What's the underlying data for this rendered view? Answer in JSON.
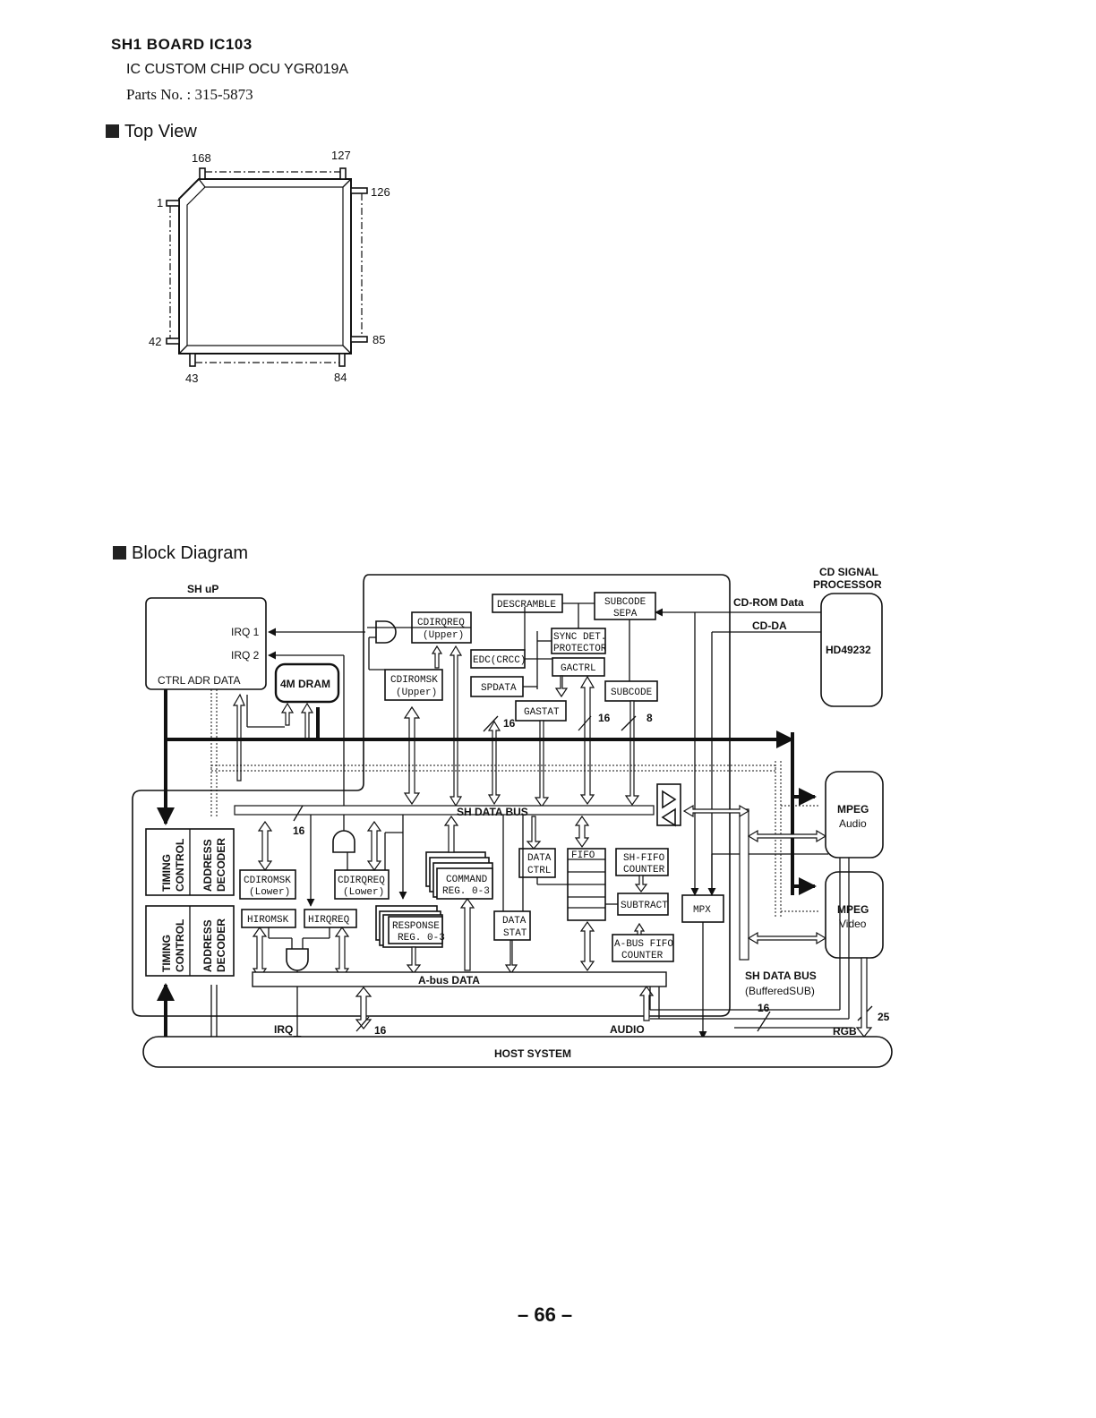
{
  "header": {
    "board": "SH1 BOARD IC103",
    "chip": "IC CUSTOM CHIP OCU YGR019A",
    "parts_no": "Parts No. : 315-5873"
  },
  "top_view": {
    "title": "Top View",
    "pins": [
      "168",
      "127",
      "126",
      "1",
      "42",
      "85",
      "43",
      "84"
    ]
  },
  "block_diagram": {
    "title": "Block Diagram",
    "sh_up": "SH uP",
    "irq1": "IRQ 1",
    "irq2": "IRQ 2",
    "ctrl_adr_data": "CTRL   ADR DATA",
    "dram": "4M DRAM",
    "cdirompreq_upper": [
      "CDIRQREQ",
      "(Upper)"
    ],
    "cdiromsk_upper": [
      "CDIROMSK",
      "(Upper)"
    ],
    "descramble": "DESCRAMBLE",
    "subcode_sepa": [
      "SUBCODE",
      "SEPA"
    ],
    "sync_det": [
      "SYNC DET.",
      "PROTECTOR"
    ],
    "edc": "EDC(CRCC)",
    "gactrl": "GACTRL",
    "spdata": "SPDATA",
    "subcode": "SUBCODE",
    "gastat": "GASTAT",
    "cd_signal": [
      "CD SIGNAL",
      "PROCESSOR"
    ],
    "cdrom_data": "CD-ROM Data",
    "cd_da": "CD-DA",
    "hd": "HD49232",
    "w16a": "16",
    "w16b": "16",
    "w8": "8",
    "w16c": "16",
    "sh_data_bus": "SH DATA BUS",
    "timing_control": [
      "TIMING",
      "CONTROL"
    ],
    "address_decoder": [
      "ADDRESS",
      "DECODER"
    ],
    "cdiromsk_lower": [
      "CDIROMSK",
      "(Lower)"
    ],
    "cdirqreq_lower": [
      "CDIRQREQ",
      "(Lower)"
    ],
    "hiromsk": "HIROMSK",
    "hirqreq": "HIRQREQ",
    "command_reg": [
      "COMMAND",
      "REG. 0-3"
    ],
    "response_reg": [
      "RESPONSE",
      "REG. 0-3"
    ],
    "data_ctrl": [
      "DATA",
      "CTRL"
    ],
    "data_stat": [
      "DATA",
      "STAT"
    ],
    "fifo": "FIFO",
    "sh_fifo_counter": [
      "SH-FIFO",
      "COUNTER"
    ],
    "subtract": "SUBTRACT",
    "abus_fifo_counter": [
      "A-BUS FIFO",
      "COUNTER"
    ],
    "mpx": "MPX",
    "mpeg_audio": [
      "MPEG",
      "Audio"
    ],
    "mpeg_video": [
      "MPEG",
      "Video"
    ],
    "sh_data_bus_buffered": [
      "SH DATA BUS",
      "(BufferedSUB)"
    ],
    "w16d": "16",
    "w25": "25",
    "abus_data": "A-bus DATA",
    "irq": "IRQ",
    "w16e": "16",
    "audio": "AUDIO",
    "rgb": "RGB",
    "host_system": "HOST SYSTEM"
  },
  "page_number": "– 66 –"
}
